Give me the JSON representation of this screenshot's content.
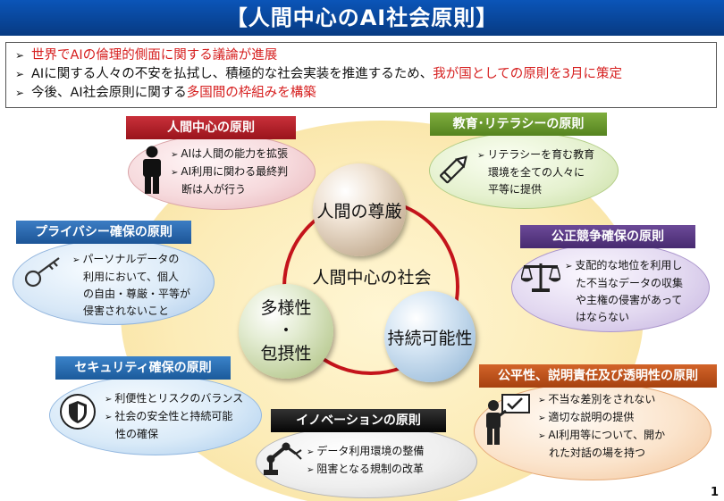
{
  "title": "【人間中心のAI社会原則】",
  "bullets": [
    [
      {
        "t": "世界でAIの倫理的側面に関する議論が進展",
        "red": true
      }
    ],
    [
      {
        "t": "AIに関する人々の不安を払拭し、積極的な社会実装を推進するため、",
        "red": false
      },
      {
        "t": "我が国としての原則を3月に策定",
        "red": true
      }
    ],
    [
      {
        "t": "今後、AI社会原則に関する",
        "red": false
      },
      {
        "t": "多国間の枠組みを構築",
        "red": true
      }
    ]
  ],
  "center": {
    "label": "人間中心の社会",
    "dignity": "人間の尊厳",
    "diversity": [
      "多様性",
      "・",
      "包摂性"
    ],
    "sustainability": "持続可能性"
  },
  "principles": {
    "human_centric": {
      "header": "人間中心の原則",
      "items": [
        [
          "AIは人間の能力を拡張"
        ],
        [
          "AI利用に関わる最終判",
          "断は人が行う"
        ]
      ]
    },
    "education": {
      "header": "教育･リテラシーの原則",
      "items": [
        [
          "リテラシーを育む教育",
          "環境を全ての人々に",
          "平等に提供"
        ]
      ]
    },
    "privacy": {
      "header": "プライバシー確保の原則",
      "items": [
        [
          "パーソナルデータの",
          "利用において、個人",
          "の自由・尊厳・平等が",
          "侵害されないこと"
        ]
      ]
    },
    "competition": {
      "header": "公正競争確保の原則",
      "items": [
        [
          "支配的な地位を利用し",
          "た不当なデータの収集",
          "や主権の侵害があって",
          "はならない"
        ]
      ]
    },
    "security": {
      "header": "セキュリティ確保の原則",
      "items": [
        [
          "利便性とリスクのバランス"
        ],
        [
          "社会の安全性と持続可能",
          "性の確保"
        ]
      ]
    },
    "innovation": {
      "header": "イノベーションの原則",
      "items": [
        [
          "データ利用環境の整備"
        ],
        [
          "阻害となる規制の改革"
        ]
      ]
    },
    "fairness": {
      "header": "公平性、説明責任及び透明性の原則",
      "items": [
        [
          "不当な差別をされない"
        ],
        [
          "適切な説明の提供"
        ],
        [
          "AI利用等について、開か",
          "れた対話の場を持つ"
        ]
      ]
    }
  },
  "page_number": "1",
  "colors": {
    "human_centric": "#b5212b",
    "education": "#6a9a2f",
    "privacy": "#2c69b0",
    "competition": "#5b3a86",
    "security": "#2a72b5",
    "innovation": "#111111",
    "fairness": "#c0511b"
  },
  "icons": {
    "human_centric": "person-icon",
    "education": "pencil-icon",
    "privacy": "key-icon",
    "competition": "scales-icon",
    "security": "shield-icon",
    "innovation": "robot-arm-icon",
    "fairness": "presenter-icon"
  }
}
